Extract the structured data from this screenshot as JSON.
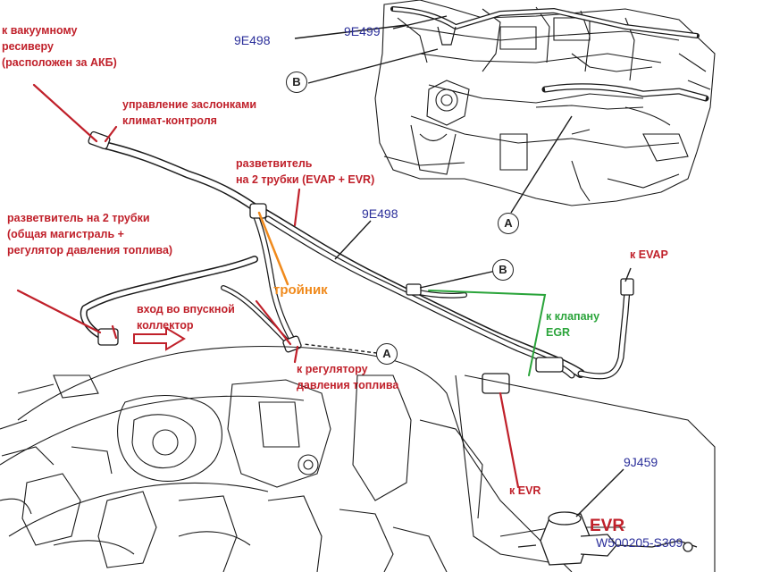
{
  "labels": {
    "vacuum_receiver": [
      "к вакуумному",
      "ресиверу",
      "(расположен за АКБ)"
    ],
    "climate_control": [
      "управление заслонками",
      "климат-контроля"
    ],
    "splitter_evap_evr": [
      "разветвитель",
      "на 2 трубки (EVAP + EVR)"
    ],
    "splitter_main": [
      "разветвитель на 2 трубки",
      "(общая магистраль +",
      "регулятор давления топлива)"
    ],
    "tee": "тройник",
    "intake_manifold": [
      "вход во впускной",
      "коллектор"
    ],
    "fuel_regulator": [
      "к регулятору",
      "давления топлива"
    ],
    "to_evap": "к EVAP",
    "egr_valve": [
      "к клапану",
      "EGR"
    ],
    "to_evr": "к EVR",
    "evr_unit": "EVR"
  },
  "part_numbers": {
    "p1": "9E498",
    "p2": "9E499",
    "p3": "9E498",
    "p4": "9J459",
    "p5": "W500205-S309"
  },
  "callouts": {
    "b_top": "B",
    "a_right": "A",
    "b_mid": "B",
    "a_low": "A"
  },
  "colors": {
    "annotation_red": "#c0202a",
    "part_number_blue": "#2b2f9a",
    "egr_green": "#2aa43a",
    "tee_orange": "#f08a1c",
    "line_drawing": "#1a1a1a"
  }
}
